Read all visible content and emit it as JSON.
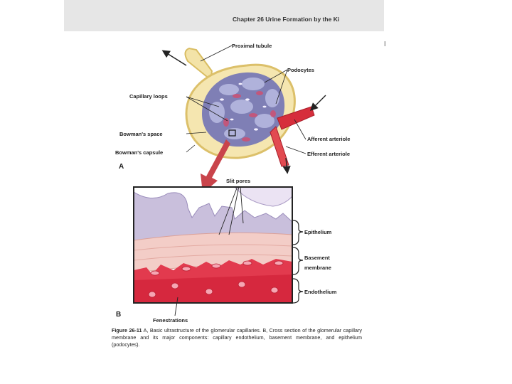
{
  "header": {
    "chapter_title": "Chapter 26   Urine Formation by the Ki"
  },
  "diagram": {
    "panel_a_letter": "A",
    "panel_b_letter": "B",
    "labels_a": {
      "proximal_tubule": "Proximal tubule",
      "podocytes": "Podocytes",
      "capillary_loops": "Capillary loops",
      "bowmans_space": "Bowman's space",
      "bowmans_capsule": "Bowman's capsule",
      "afferent_arteriole": "Afferent arteriole",
      "efferent_arteriole": "Efferent arteriole"
    },
    "labels_b": {
      "slit_pores": "Slit pores",
      "epithelium": "Epithelium",
      "basement_membrane_line1": "Basement",
      "basement_membrane_line2": "membrane",
      "endothelium": "Endothelium",
      "fenestrations": "Fenestrations"
    }
  },
  "caption": {
    "figure_number": "Figure 26-11",
    "text": " A, Basic ultrastructure of the glomerular capillaries. B, Cross section of the glomerular capillary membrane and its major components: capillary endothelium, basement membrane, and epithelium (podocytes)."
  }
}
